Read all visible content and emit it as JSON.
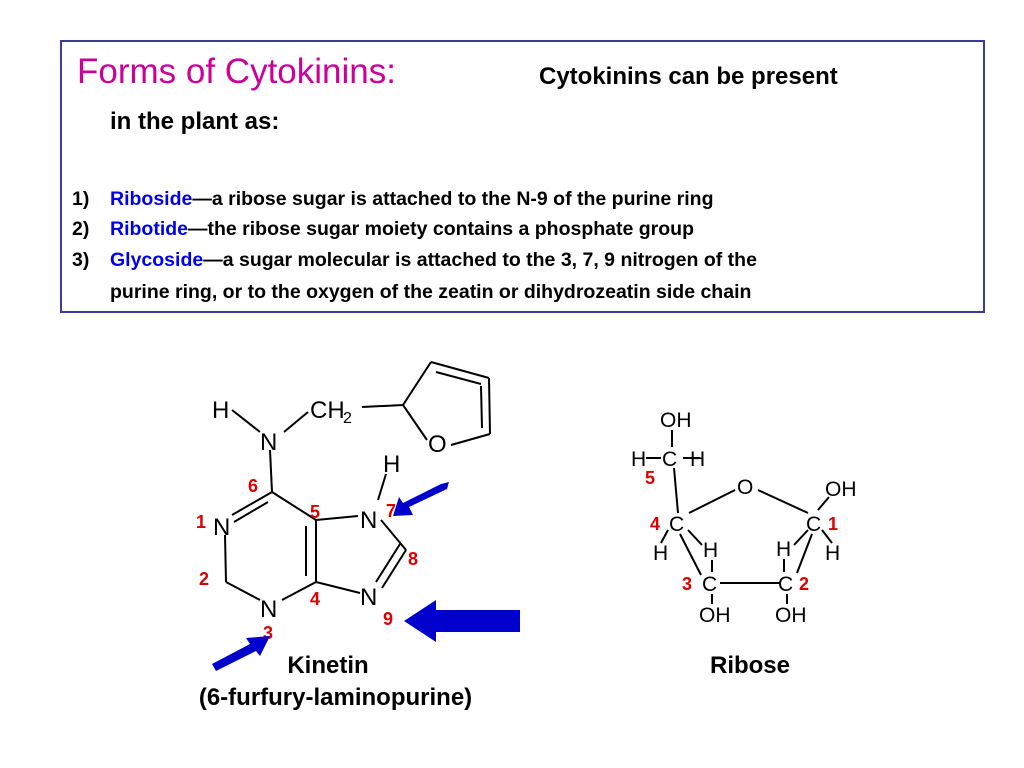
{
  "heading": {
    "title": "Forms of Cytokinins:",
    "subtitle_line1": "Cytokinins can be present",
    "subtitle_line2": "in the plant as:"
  },
  "list": [
    {
      "num": "1)",
      "term": "Riboside",
      "text": "—a ribose sugar is attached to the N-9 of the purine ring"
    },
    {
      "num": "2)",
      "term": "Ribotide",
      "text": "—the ribose sugar moiety contains a phosphate group"
    },
    {
      "num": "3)",
      "term": "Glycoside",
      "text": "—a sugar molecular is attached to the 3, 7, 9 nitrogen of the",
      "text2": "purine ring, or to the oxygen of the zeatin or dihydrozeatin side chain"
    }
  ],
  "kinetin": {
    "caption1": "Kinetin",
    "caption2": "(6-furfury-laminopurine)",
    "atoms": {
      "H_nh": "H",
      "N_amine": "N",
      "CH2": "CH",
      "CH2_sub": "2",
      "O_furan": "O",
      "N1": "N",
      "N3": "N",
      "N7": "N",
      "N9": "N",
      "H_n7": "H"
    },
    "ring_numbers": [
      "1",
      "2",
      "3",
      "4",
      "5",
      "6",
      "7",
      "8",
      "9"
    ]
  },
  "ribose": {
    "caption": "Ribose",
    "atoms": {
      "OH_top": "OH",
      "H_left": "H",
      "C5": "C",
      "H_right": "H",
      "O_ring": "O",
      "OH_c1": "OH",
      "C4": "C",
      "C1": "C",
      "H_c4": "H",
      "H_c3": "H",
      "H_c2": "H",
      "H_c1": "H",
      "C3": "C",
      "C2": "C",
      "OH_c3": "OH",
      "OH_c2": "OH"
    },
    "carbon_numbers": [
      "5",
      "4",
      "3",
      "2",
      "1"
    ]
  },
  "colors": {
    "title": "#cc0099",
    "term": "#0000ee",
    "border": "#3b3b9c",
    "number": "#dd0000",
    "arrow": "#0000cc"
  }
}
